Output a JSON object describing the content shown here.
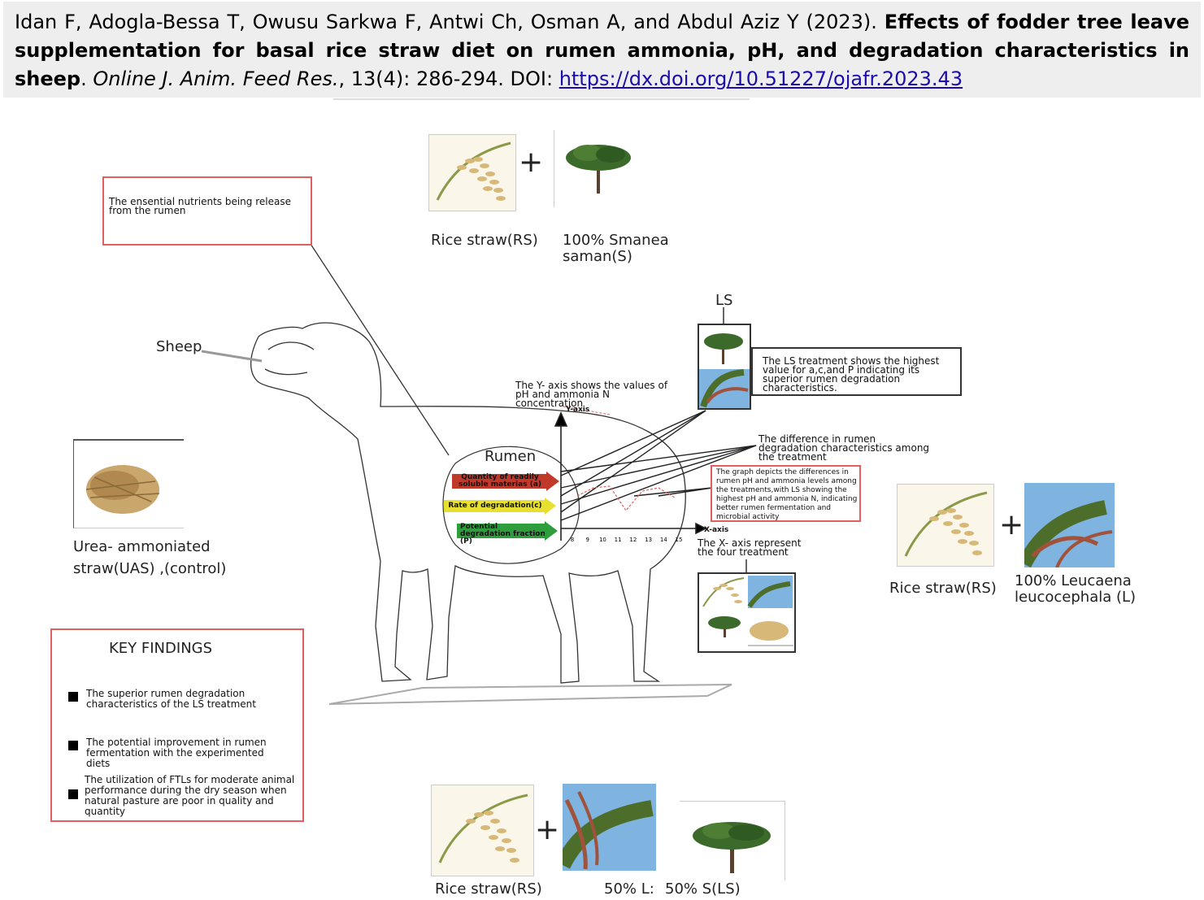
{
  "citation": {
    "authors": "Idan F, Adogla-Bessa T, Owusu Sarkwa F, Antwi Ch, Osman A, and Abdul Aziz Y (2023).",
    "title": "Effects of fodder tree leave supplementation for basal rice straw diet on rumen ammonia, pH, and degradation characteristics in sheep",
    "journal": "Online J. Anim. Feed Res.",
    "volume": ", 13(4): 286-294. DOI: ",
    "doi_link": "https://dx.doi.org/10.51227/ojafr.2023.43"
  },
  "top_treatment": {
    "straw_label": "Rice straw(RS)",
    "tree_label": "100% Smanea saman(S)"
  },
  "right_treatment": {
    "straw_label": "Rice straw(RS)",
    "tree_label": "100% Leucaena leucocephala (L)"
  },
  "bottom_treatment": {
    "straw_label": "Rice straw(RS)",
    "mix_label_l": "50% L:",
    "mix_label_s": "50% S(LS)"
  },
  "control": {
    "label": "Urea- ammoniated straw(UAS) ,(control)"
  },
  "nutrient_note": "The ensential nutrients being release from the rumen",
  "sheep_label": "Sheep",
  "rumen_label": "Rumen",
  "ls_label": "LS",
  "ls_note": "The LS treatment shows the highest value for a,c,and P indicating its superior rumen degradation characteristics.",
  "y_axis_note": "The Y- axis shows the values of pH and ammonia N concentration",
  "difference_note": "The difference in rumen degradation characteristics among the treatment",
  "graph_note": "The graph depicts the differences in rumen pH and ammonia levels among the treatments,with LS showing the highest pH and ammonia N, indicating better rumen fermentation and microbial activity",
  "x_axis_note": "The X- axis represent the four treatment",
  "bars": {
    "a": "Quantity of readily soluble materias (a)",
    "c": "Rate of degradation(c)",
    "p": "Potential degradation fraction (P)"
  },
  "axis": {
    "y_label": "Y-axis",
    "x_label": "X-axis"
  },
  "key_findings": {
    "title": "KEY FINDINGS",
    "items": [
      "The superior rumen degradation characteristics of the LS treatment",
      "The potential improvement in rumen fermentation with the experimented diets",
      "The utilization of FTLs for moderate animal performance during the dry season when natural pasture are poor in quality and quantity"
    ]
  },
  "colors": {
    "red_box": "#e06060",
    "bar_a": "#c0392b",
    "bar_c": "#e8e030",
    "bar_p": "#2e9e3c",
    "straw": "#d8b878",
    "tree": "#3b6a2a",
    "sky": "#7fb3e0"
  },
  "chart_data": {
    "type": "scatter",
    "x": [
      8,
      9,
      10,
      11,
      12,
      13,
      14,
      15
    ],
    "xlabel": "X-axis",
    "ylabel": "Y-axis"
  }
}
